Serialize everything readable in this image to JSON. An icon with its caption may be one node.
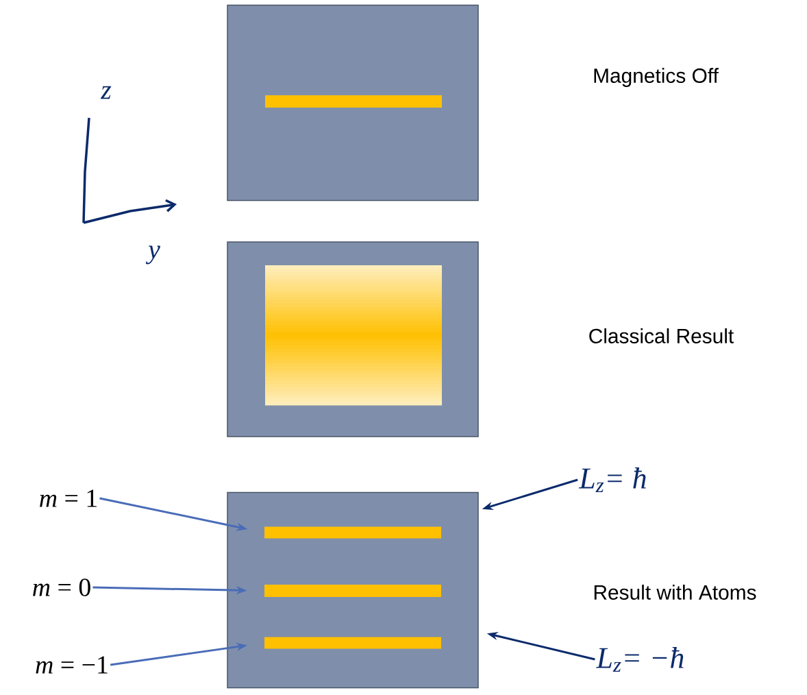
{
  "diagram": {
    "nodes": [
      {
        "text": [],
        "shape": "box"
      },
      {
        "text": [],
        "shape": "bar",
        "in": 0
      },
      {
        "text": [],
        "shape": "box"
      },
      {
        "text": [],
        "shape": "box",
        "in": 2
      },
      {
        "text": [],
        "shape": "box"
      },
      {
        "text": [],
        "shape": "bar",
        "in": 4
      },
      {
        "text": [],
        "shape": "bar",
        "in": 4
      },
      {
        "text": [],
        "shape": "bar",
        "in": 4
      },
      {
        "text": [
          "*m* = 1"
        ]
      },
      {
        "text": [
          "*m* = 0"
        ]
      },
      {
        "text": [
          "*m* = −1"
        ]
      },
      {
        "text": [
          "L$_{z}$= ħ"
        ]
      },
      {
        "text": [
          "L$_{z}$= −ħ"
        ]
      }
    ],
    "edges": [
      {
        "from": 8,
        "to": 5,
        "arrow": "to"
      },
      {
        "from": 9,
        "to": 6,
        "arrow": "to"
      },
      {
        "from": 10,
        "to": 7,
        "arrow": "to"
      },
      {
        "from": 11,
        "to": 4,
        "arrow": "to",
        "color": "#0b2a6b"
      },
      {
        "from": 12,
        "to": 4,
        "arrow": "to",
        "color": "#0b2a6b"
      }
    ],
    "labels": [
      "z",
      "Magnetics Off",
      "y",
      "Classical Result",
      "Result with Atoms"
    ]
  }
}
